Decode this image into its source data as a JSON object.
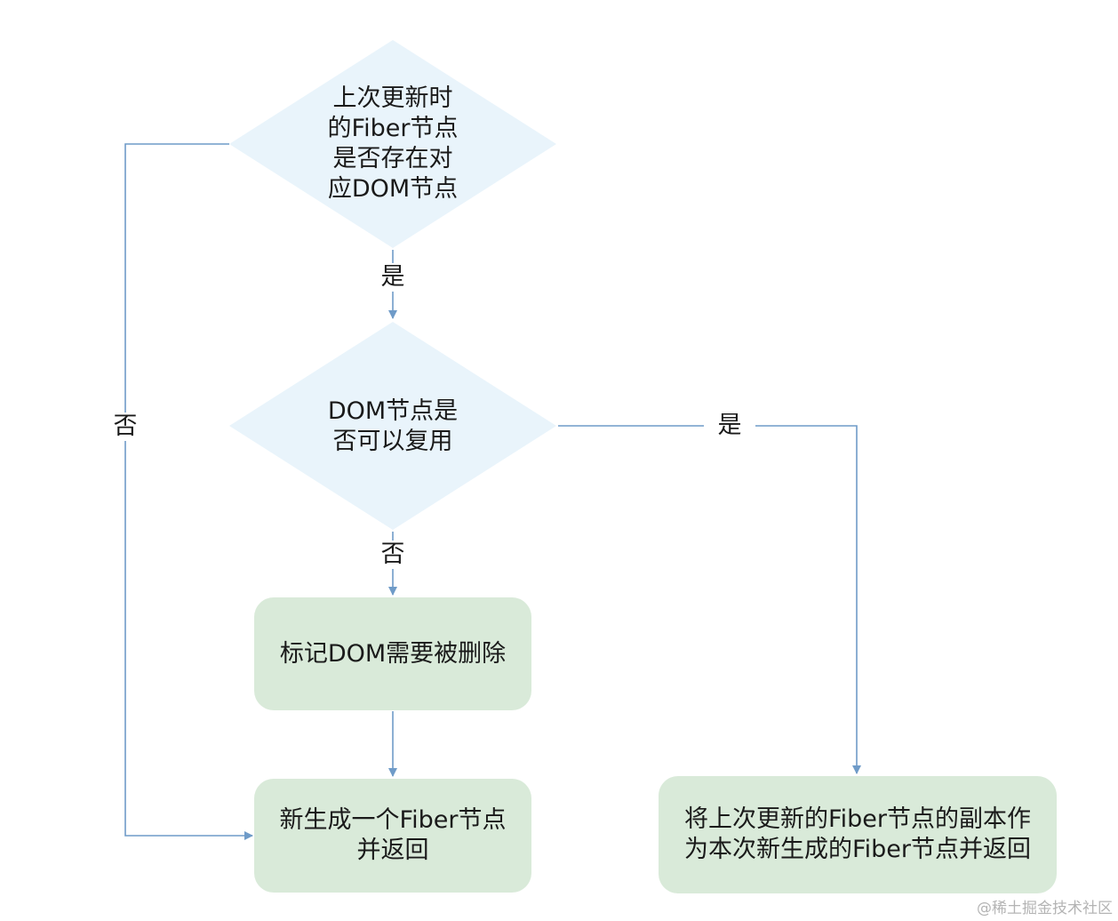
{
  "nodes": {
    "decision_fiber_exists": {
      "lines": [
        "上次更新时",
        "的Fiber节点",
        "是否存在对",
        "应DOM节点"
      ]
    },
    "decision_dom_reusable": {
      "lines": [
        "DOM节点是",
        "否可以复用"
      ]
    },
    "process_mark_delete": {
      "text": "标记DOM需要被删除"
    },
    "process_new_fiber": {
      "lines": [
        "新生成一个Fiber节点",
        "并返回"
      ]
    },
    "process_clone_fiber": {
      "lines": [
        "将上次更新的Fiber节点的副本作",
        "为本次新生成的Fiber节点并返回"
      ]
    }
  },
  "edges": {
    "fiber_exists_yes": "是",
    "fiber_exists_no": "否",
    "dom_reusable_yes": "是",
    "dom_reusable_no": "否"
  },
  "colors": {
    "decision_fill": "#e9f4fb",
    "process_fill": "#d9ead9",
    "connector": "#6f9bc8"
  },
  "watermark": "@稀土掘金技术社区"
}
